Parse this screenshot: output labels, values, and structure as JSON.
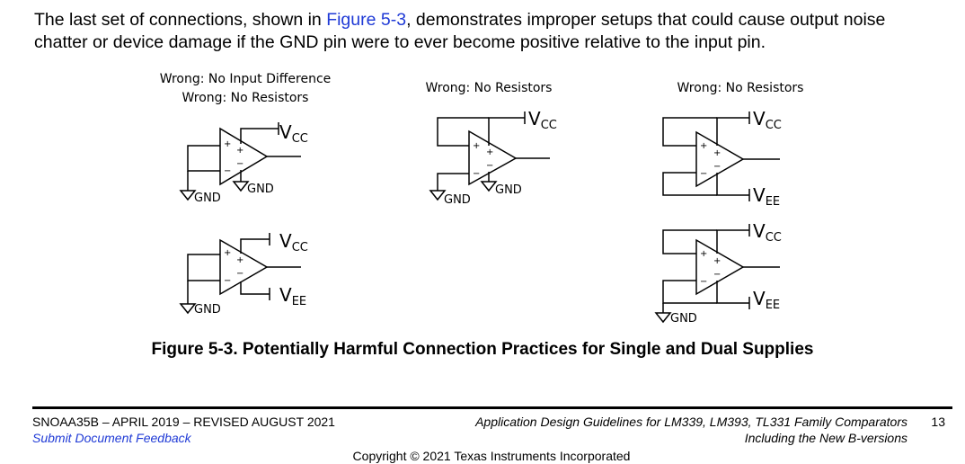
{
  "paragraph": {
    "before_link": "The last set of connections, shown in ",
    "link": "Figure 5-3",
    "after_link": ", demonstrates improper setups that could cause output noise chatter or device damage if the GND pin were to ever become positive relative to the input pin."
  },
  "figure": {
    "label_1a": "Wrong: No Input Difference",
    "label_1b": "Wrong: No Resistors",
    "label_2": "Wrong: No Resistors",
    "label_3": "Wrong: No Resistors",
    "vcc_main": "V",
    "vcc_sub": "CC",
    "vee_main": "V",
    "vee_sub": "EE",
    "gnd": "GND",
    "plus": "+",
    "minus": "−"
  },
  "caption": "Figure 5-3. Potentially Harmful Connection Practices for Single and Dual Supplies",
  "footer": {
    "doc_id": "SNOAA35B – APRIL 2019 – REVISED AUGUST 2021",
    "feedback_link": "Submit Document Feedback",
    "title_line1": "Application Design Guidelines for LM339, LM393, TL331 Family Comparators",
    "title_line2": "Including the New B-versions",
    "page_number": "13",
    "copyright": "Copyright © 2021 Texas Instruments Incorporated"
  }
}
